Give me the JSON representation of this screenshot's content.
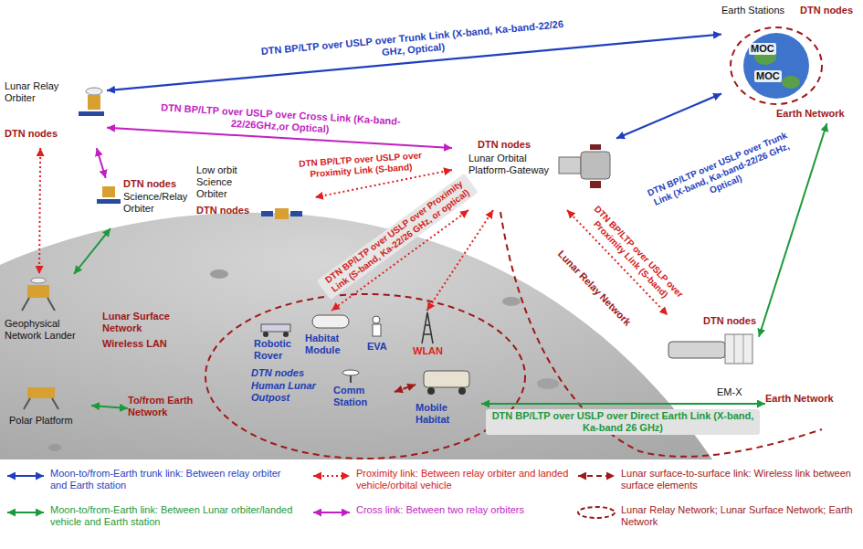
{
  "diagram": {
    "nodes": [
      {
        "text": [
          "Lunar Relay Orbiter",
          "DTN nodes"
        ]
      },
      {
        "text": [
          "Earth Stations",
          "DTN nodes",
          "MOC",
          "MOC",
          "Earth Network"
        ]
      },
      {
        "text": [
          "DTN nodes",
          "Lunar Orbital Platform-Gateway"
        ]
      },
      {
        "text": [
          "DTN nodes",
          "Science/Relay Orbiter"
        ]
      },
      {
        "text": [
          "Low orbit Science Orbiter",
          "DTN nodes"
        ]
      },
      {
        "text": [
          "Geophysical Network Lander"
        ]
      },
      {
        "text": [
          "Robotic Rover"
        ]
      },
      {
        "text": [
          "Habitat Module"
        ]
      },
      {
        "text": [
          "EVA"
        ]
      },
      {
        "text": [
          "Comm Station"
        ]
      },
      {
        "text": [
          "WLAN"
        ]
      },
      {
        "text": [
          "Mobile Habitat"
        ]
      },
      {
        "text": [
          "Polar Platform"
        ]
      },
      {
        "text": [
          "DTN nodes",
          "EM-X"
        ]
      },
      {
        "text": [
          "Earth Network"
        ]
      },
      {
        "text": [
          "To/from Earth Network"
        ]
      }
    ],
    "edges": [
      {
        "from": 0,
        "to": 1,
        "arrow": "both",
        "label": "DTN BP/LTP over USLP over Trunk Link (X-band, Ka-band-22/26 GHz, Optical)"
      },
      {
        "from": 0,
        "to": 2,
        "arrow": "both",
        "label": "DTN BP/LTP over USLP over Cross Link (Ka-band-22/26GHz,or Optical)"
      },
      {
        "from": 2,
        "to": 1,
        "arrow": "both",
        "label": "DTN BP/LTP over USLP over Trunk Link (X-band, Ka-band-22/26 GHz, Optical)"
      },
      {
        "from": 0,
        "to": 3,
        "arrow": "both"
      },
      {
        "from": 0,
        "to": 5,
        "arrow": "both"
      },
      {
        "from": 3,
        "to": 5,
        "arrow": "both"
      },
      {
        "from": 2,
        "to": 4,
        "arrow": "both",
        "label": "DTN BP/LTP over USLP over Proximity Link (S-band)"
      },
      {
        "from": 2,
        "to": 7,
        "arrow": "both",
        "label": "DTN BP/LTP over USLP over Proximity Link (S-band, Ka-22/26 GHz, or optical)"
      },
      {
        "from": 2,
        "to": 10,
        "arrow": "both"
      },
      {
        "from": 2,
        "to": 13,
        "arrow": "both",
        "label": "DTN BP/LTP over USLP over Proximity Link (S-band)"
      },
      {
        "from": 1,
        "to": 13,
        "arrow": "both"
      },
      {
        "from": 11,
        "to": 14,
        "arrow": "both",
        "label": "DTN BP/LTP over USLP over Direct Earth Link (X-band, Ka-band 26 GHz)"
      },
      {
        "from": 12,
        "to": 15,
        "arrow": "both"
      },
      {
        "from": 9,
        "to": 11,
        "arrow": "both"
      }
    ],
    "labels": [
      "DTN nodes",
      "Human Lunar Outpost",
      "Lunar Surface Network",
      "Wireless LAN",
      "Lunar Relay Network"
    ],
    "legend": [
      {
        "text": "Moon-to/from-Earth trunk link: Between relay orbiter and Earth station"
      },
      {
        "text": "Moon-to/from-Earth link: Between Lunar orbiter/landed vehicle and Earth station"
      },
      {
        "text": "Proximity link: Between relay orbiter and landed vehicle/orbital vehicle"
      },
      {
        "text": "Cross link: Between two relay orbiters"
      },
      {
        "text": "Lunar surface-to-surface link: Wireless link between surface elements"
      },
      {
        "text": "Lunar Relay Network; Lunar Surface Network; Earth Network"
      }
    ]
  }
}
